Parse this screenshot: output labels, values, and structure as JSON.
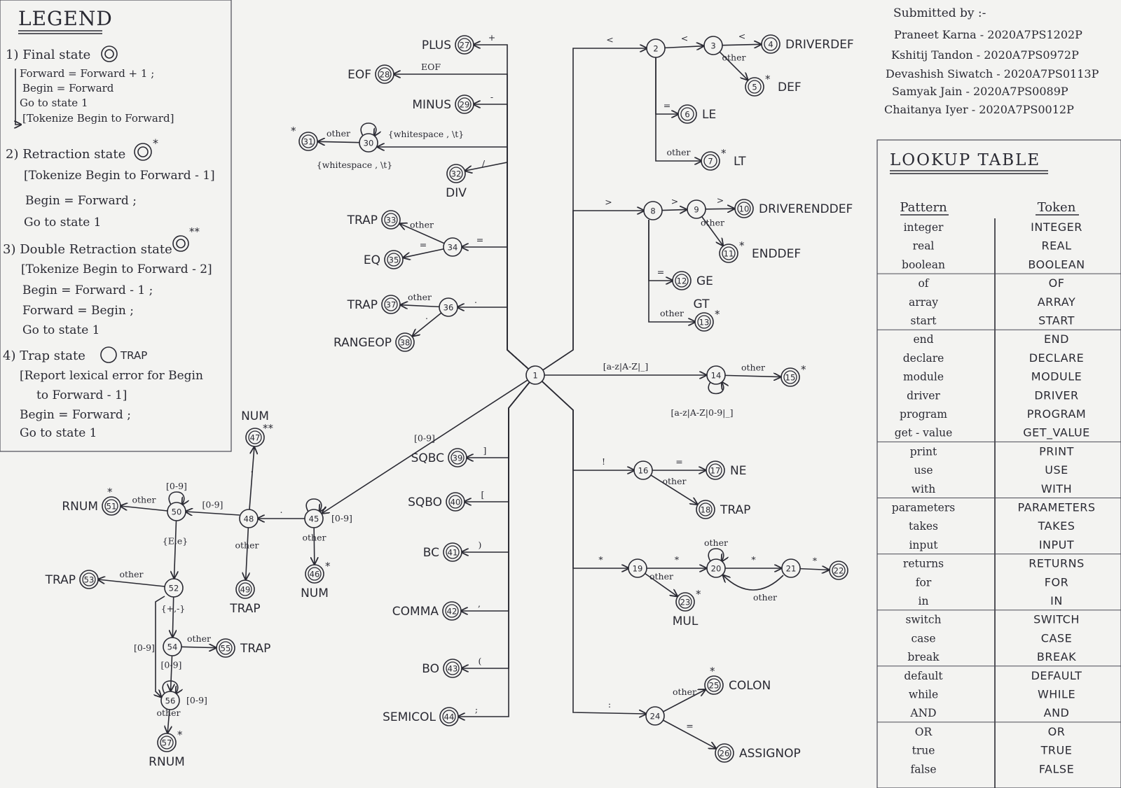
{
  "legend": {
    "title": "LEGEND",
    "items": [
      {
        "head": "1) Final state",
        "lines": [
          "Forward = Forward + 1 ;",
          "Begin = Forward",
          "Go to state 1",
          "[Tokenize Begin to Forward]"
        ]
      },
      {
        "head": "2) Retraction state",
        "mark": "*",
        "lines": [
          "[Tokenize Begin to Forward - 1]",
          "Begin = Forward ;",
          "Go to state 1"
        ]
      },
      {
        "head": "3) Double Retraction state",
        "mark": "**",
        "lines": [
          "[Tokenize Begin to Forward - 2]",
          "Begin = Forward - 1 ;",
          "Forward = Begin ;",
          "Go to state 1"
        ]
      },
      {
        "head": "4) Trap state",
        "mark": "TRAP",
        "lines": [
          "[Report lexical error for Begin",
          "to Forward - 1]",
          "Begin = Forward ;",
          "Go to state 1"
        ]
      }
    ]
  },
  "submitted": {
    "title": "Submitted by :-",
    "members": [
      "Praneet Karna - 2020A7PS1202P",
      "Kshitij Tandon - 2020A7PS0972P",
      "Devashish Siwatch - 2020A7PS0113P",
      "Samyak Jain - 2020A7PS0089P",
      "Chaitanya Iyer - 2020A7PS0012P"
    ]
  },
  "lookup": {
    "title": "LOOKUP TABLE",
    "headers": [
      "Pattern",
      "Token"
    ],
    "rows": [
      [
        "integer",
        "INTEGER"
      ],
      [
        "real",
        "REAL"
      ],
      [
        "boolean",
        "BOOLEAN"
      ],
      [
        "of",
        "OF"
      ],
      [
        "array",
        "ARRAY"
      ],
      [
        "start",
        "START"
      ],
      [
        "end",
        "END"
      ],
      [
        "declare",
        "DECLARE"
      ],
      [
        "module",
        "MODULE"
      ],
      [
        "driver",
        "DRIVER"
      ],
      [
        "program",
        "PROGRAM"
      ],
      [
        "get - value",
        "GET_VALUE"
      ],
      [
        "print",
        "PRINT"
      ],
      [
        "use",
        "USE"
      ],
      [
        "with",
        "WITH"
      ],
      [
        "parameters",
        "PARAMETERS"
      ],
      [
        "takes",
        "TAKES"
      ],
      [
        "input",
        "INPUT"
      ],
      [
        "returns",
        "RETURNS"
      ],
      [
        "for",
        "FOR"
      ],
      [
        "in",
        "IN"
      ],
      [
        "switch",
        "SWITCH"
      ],
      [
        "case",
        "CASE"
      ],
      [
        "break",
        "BREAK"
      ],
      [
        "default",
        "DEFAULT"
      ],
      [
        "while",
        "WHILE"
      ],
      [
        "AND",
        "AND"
      ],
      [
        "OR",
        "OR"
      ],
      [
        "true",
        "TRUE"
      ],
      [
        "false",
        "FALSE"
      ]
    ]
  },
  "dfa": {
    "states": [
      {
        "id": "1"
      },
      {
        "id": "2"
      },
      {
        "id": "3"
      },
      {
        "id": "4",
        "final": true
      },
      {
        "id": "5",
        "final": true
      },
      {
        "id": "6",
        "final": true
      },
      {
        "id": "7",
        "final": true
      },
      {
        "id": "8"
      },
      {
        "id": "9"
      },
      {
        "id": "10",
        "final": true
      },
      {
        "id": "11",
        "final": true
      },
      {
        "id": "12",
        "final": true
      },
      {
        "id": "13",
        "final": true
      },
      {
        "id": "14"
      },
      {
        "id": "15",
        "final": true
      },
      {
        "id": "16"
      },
      {
        "id": "17",
        "final": true
      },
      {
        "id": "18",
        "final": true
      },
      {
        "id": "19"
      },
      {
        "id": "20"
      },
      {
        "id": "21"
      },
      {
        "id": "22",
        "final": true
      },
      {
        "id": "23",
        "final": true
      },
      {
        "id": "24"
      },
      {
        "id": "25",
        "final": true
      },
      {
        "id": "26",
        "final": true
      },
      {
        "id": "27",
        "final": true
      },
      {
        "id": "28",
        "final": true
      },
      {
        "id": "29",
        "final": true
      },
      {
        "id": "30"
      },
      {
        "id": "31",
        "final": true
      },
      {
        "id": "32",
        "final": true
      },
      {
        "id": "33",
        "final": true
      },
      {
        "id": "34"
      },
      {
        "id": "35",
        "final": true
      },
      {
        "id": "36"
      },
      {
        "id": "37",
        "final": true
      },
      {
        "id": "38",
        "final": true
      },
      {
        "id": "39",
        "final": true
      },
      {
        "id": "40",
        "final": true
      },
      {
        "id": "41",
        "final": true
      },
      {
        "id": "42",
        "final": true
      },
      {
        "id": "43",
        "final": true
      },
      {
        "id": "44",
        "final": true
      },
      {
        "id": "45"
      },
      {
        "id": "46",
        "final": true
      },
      {
        "id": "47",
        "final": true
      },
      {
        "id": "48"
      },
      {
        "id": "49",
        "final": true
      },
      {
        "id": "50"
      },
      {
        "id": "51",
        "final": true
      },
      {
        "id": "52"
      },
      {
        "id": "53",
        "final": true
      },
      {
        "id": "54"
      },
      {
        "id": "55",
        "final": true
      },
      {
        "id": "56"
      },
      {
        "id": "57",
        "final": true
      }
    ],
    "edges": [
      {
        "from": "1",
        "to": "2",
        "label": "<"
      },
      {
        "from": "2",
        "to": "3",
        "label": "<"
      },
      {
        "from": "3",
        "to": "4",
        "label": "<"
      },
      {
        "from": "3",
        "to": "5",
        "label": "other"
      },
      {
        "from": "2",
        "to": "6",
        "label": "="
      },
      {
        "from": "2",
        "to": "7",
        "label": "other"
      },
      {
        "from": "1",
        "to": "8",
        "label": ">"
      },
      {
        "from": "8",
        "to": "9",
        "label": ">"
      },
      {
        "from": "9",
        "to": "10",
        "label": ">"
      },
      {
        "from": "9",
        "to": "11",
        "label": "other"
      },
      {
        "from": "8",
        "to": "12",
        "label": "="
      },
      {
        "from": "8",
        "to": "13",
        "label": "other"
      },
      {
        "from": "1",
        "to": "14",
        "label": "[a-z|A-Z|_]"
      },
      {
        "from": "14",
        "to": "14",
        "label": "[a-z|A-Z|0-9|_]"
      },
      {
        "from": "14",
        "to": "15",
        "label": "other"
      },
      {
        "from": "1",
        "to": "16",
        "label": "!"
      },
      {
        "from": "16",
        "to": "17",
        "label": "="
      },
      {
        "from": "16",
        "to": "18",
        "label": "other"
      },
      {
        "from": "1",
        "to": "19",
        "label": "*"
      },
      {
        "from": "19",
        "to": "20",
        "label": "*"
      },
      {
        "from": "20",
        "to": "20",
        "label": "other"
      },
      {
        "from": "20",
        "to": "21",
        "label": "*"
      },
      {
        "from": "21",
        "to": "22",
        "label": "*"
      },
      {
        "from": "21",
        "to": "20",
        "label": "other"
      },
      {
        "from": "19",
        "to": "23",
        "label": "other"
      },
      {
        "from": "1",
        "to": "24",
        "label": ":"
      },
      {
        "from": "24",
        "to": "25",
        "label": "other"
      },
      {
        "from": "24",
        "to": "26",
        "label": "="
      },
      {
        "from": "1",
        "to": "27",
        "label": "+"
      },
      {
        "from": "1",
        "to": "28",
        "label": "EOF"
      },
      {
        "from": "1",
        "to": "29",
        "label": "-"
      },
      {
        "from": "1",
        "to": "30",
        "label": "{whitespace , \\t}"
      },
      {
        "from": "30",
        "to": "30",
        "label": "{whitespace , \\t}"
      },
      {
        "from": "30",
        "to": "31",
        "label": "other"
      },
      {
        "from": "1",
        "to": "32",
        "label": "/"
      },
      {
        "from": "1",
        "to": "34",
        "label": "="
      },
      {
        "from": "34",
        "to": "33",
        "label": "other"
      },
      {
        "from": "34",
        "to": "35",
        "label": "="
      },
      {
        "from": "1",
        "to": "36",
        "label": "."
      },
      {
        "from": "36",
        "to": "37",
        "label": "other"
      },
      {
        "from": "36",
        "to": "38",
        "label": "."
      },
      {
        "from": "1",
        "to": "39",
        "label": "]"
      },
      {
        "from": "1",
        "to": "40",
        "label": "["
      },
      {
        "from": "1",
        "to": "41",
        "label": ")"
      },
      {
        "from": "1",
        "to": "42",
        "label": ","
      },
      {
        "from": "1",
        "to": "43",
        "label": "("
      },
      {
        "from": "1",
        "to": "44",
        "label": ";"
      },
      {
        "from": "1",
        "to": "45",
        "label": "[0-9]"
      },
      {
        "from": "45",
        "to": "45",
        "label": "[0-9]"
      },
      {
        "from": "45",
        "to": "46",
        "label": "other"
      },
      {
        "from": "45",
        "to": "48",
        "label": "."
      },
      {
        "from": "48",
        "to": "47",
        "label": "."
      },
      {
        "from": "48",
        "to": "49",
        "label": "other"
      },
      {
        "from": "48",
        "to": "50",
        "label": "[0-9]"
      },
      {
        "from": "50",
        "to": "50",
        "label": "[0-9]"
      },
      {
        "from": "50",
        "to": "51",
        "label": "other"
      },
      {
        "from": "50",
        "to": "52",
        "label": "{E,e}"
      },
      {
        "from": "52",
        "to": "53",
        "label": "other"
      },
      {
        "from": "52",
        "to": "54",
        "label": "{+,-}"
      },
      {
        "from": "52",
        "to": "56",
        "label": "[0-9]"
      },
      {
        "from": "54",
        "to": "55",
        "label": "other"
      },
      {
        "from": "54",
        "to": "56",
        "label": "[0-9]"
      },
      {
        "from": "56",
        "to": "56",
        "label": "[0-9]"
      },
      {
        "from": "56",
        "to": "57",
        "label": "other"
      }
    ],
    "token_labels": [
      {
        "state": "4",
        "text": "DRIVERDEF"
      },
      {
        "state": "5",
        "text": "DEF"
      },
      {
        "state": "6",
        "text": "LE"
      },
      {
        "state": "7",
        "text": "LT"
      },
      {
        "state": "10",
        "text": "DRIVERENDDEF"
      },
      {
        "state": "11",
        "text": "ENDDEF"
      },
      {
        "state": "12",
        "text": "GE"
      },
      {
        "state": "13",
        "text": "GT"
      },
      {
        "state": "17",
        "text": "NE"
      },
      {
        "state": "18",
        "text": "TRAP"
      },
      {
        "state": "23",
        "text": "MUL"
      },
      {
        "state": "25",
        "text": "COLON"
      },
      {
        "state": "26",
        "text": "ASSIGNOP"
      },
      {
        "state": "27",
        "text": "PLUS"
      },
      {
        "state": "28",
        "text": "EOF"
      },
      {
        "state": "29",
        "text": "MINUS"
      },
      {
        "state": "32",
        "text": "DIV"
      },
      {
        "state": "33",
        "text": "TRAP"
      },
      {
        "state": "35",
        "text": "EQ"
      },
      {
        "state": "37",
        "text": "TRAP"
      },
      {
        "state": "38",
        "text": "RANGEOP"
      },
      {
        "state": "39",
        "text": "SQBC"
      },
      {
        "state": "40",
        "text": "SQBO"
      },
      {
        "state": "41",
        "text": "BC"
      },
      {
        "state": "42",
        "text": "COMMA"
      },
      {
        "state": "43",
        "text": "BO"
      },
      {
        "state": "44",
        "text": "SEMICOL"
      },
      {
        "state": "46",
        "text": "NUM"
      },
      {
        "state": "47",
        "text": "NUM"
      },
      {
        "state": "49",
        "text": "TRAP"
      },
      {
        "state": "51",
        "text": "RNUM"
      },
      {
        "state": "53",
        "text": "TRAP"
      },
      {
        "state": "55",
        "text": "TRAP"
      },
      {
        "state": "57",
        "text": "RNUM"
      }
    ],
    "retraction_marks": [
      {
        "state": "5",
        "mark": "*"
      },
      {
        "state": "7",
        "mark": "*"
      },
      {
        "state": "11",
        "mark": "*"
      },
      {
        "state": "13",
        "mark": "*"
      },
      {
        "state": "15",
        "mark": "*"
      },
      {
        "state": "23",
        "mark": "*"
      },
      {
        "state": "25",
        "mark": "*"
      },
      {
        "state": "31",
        "mark": "*"
      },
      {
        "state": "46",
        "mark": "*"
      },
      {
        "state": "47",
        "mark": "**"
      },
      {
        "state": "51",
        "mark": "*"
      },
      {
        "state": "57",
        "mark": "*"
      }
    ]
  }
}
